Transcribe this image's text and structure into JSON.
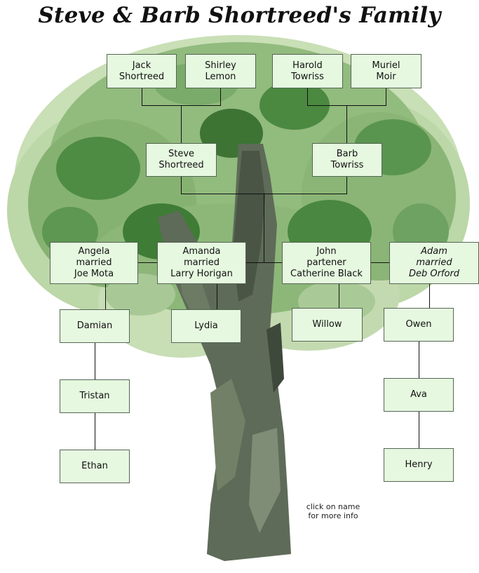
{
  "title": "Steve & Barb Shortreed's Family",
  "people": {
    "jack": "Jack\nShortreed",
    "shirley": "Shirley\nLemon",
    "harold": "Harold\nTowriss",
    "muriel": "Muriel\nMoir",
    "steve": "Steve\nShortreed",
    "barb": "Barb\nTowriss",
    "angela": "Angela\nmarried\nJoe Mota",
    "amanda": "Amanda\nmarried\nLarry Horigan",
    "john": "John\npartener\nCatherine Black",
    "adam": "Adam\nmarried\nDeb Orford",
    "damian": "Damian",
    "tristan": "Tristan",
    "ethan": "Ethan",
    "lydia": "Lydia",
    "willow": "Willow",
    "owen": "Owen",
    "ava": "Ava",
    "henry": "Henry"
  },
  "hint": "click on name\nfor more info",
  "colors": {
    "box_fill": "#e6f8e0",
    "box_border": "#556655",
    "lines": "#111111",
    "foliage": "#5f9a50",
    "trunk": "#5e6b58"
  }
}
